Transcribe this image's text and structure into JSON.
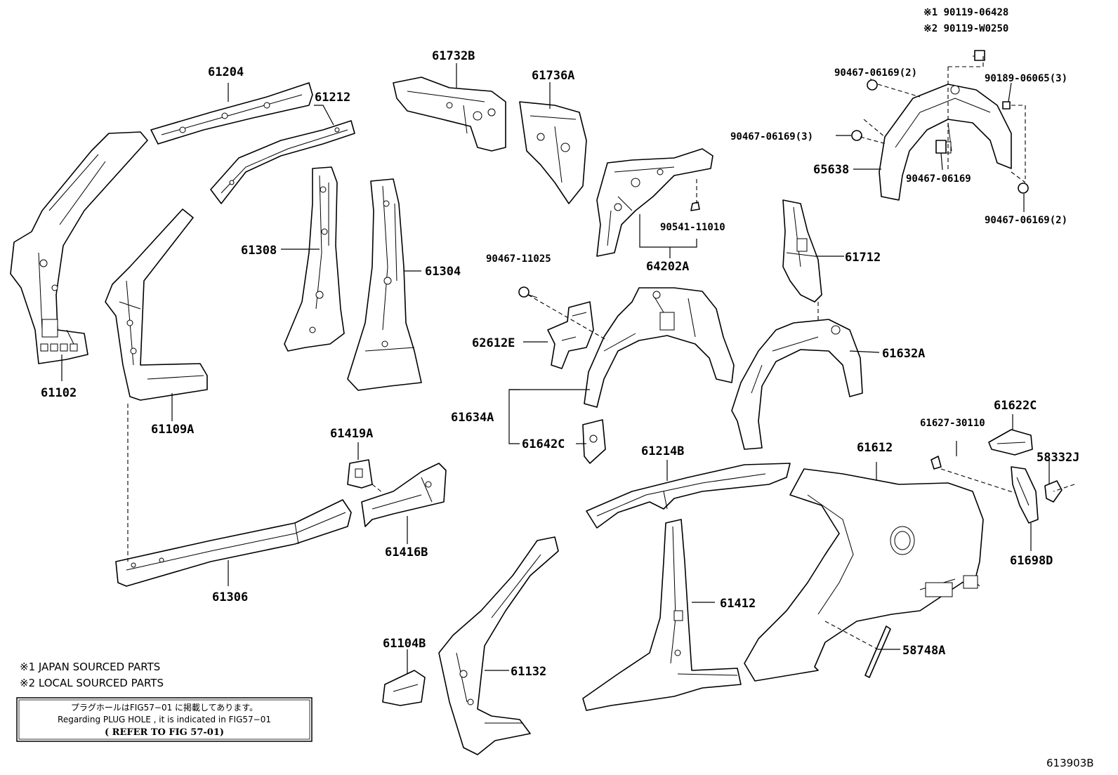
{
  "diagram_id": "613903B",
  "parts": [
    {
      "id": "61204",
      "label": "61204"
    },
    {
      "id": "61212",
      "label": "61212"
    },
    {
      "id": "61102",
      "label": "61102"
    },
    {
      "id": "61109A",
      "label": "61109A"
    },
    {
      "id": "61308",
      "label": "61308"
    },
    {
      "id": "61304",
      "label": "61304"
    },
    {
      "id": "61732B",
      "label": "61732B"
    },
    {
      "id": "61736A",
      "label": "61736A"
    },
    {
      "id": "64202A",
      "label": "64202A"
    },
    {
      "id": "90541-11010",
      "label": "90541-11010"
    },
    {
      "id": "90467-11025",
      "label": "90467-11025"
    },
    {
      "id": "62612E",
      "label": "62612E"
    },
    {
      "id": "61634A",
      "label": "61634A"
    },
    {
      "id": "61642C",
      "label": "61642C"
    },
    {
      "id": "61712",
      "label": "61712"
    },
    {
      "id": "61632A",
      "label": "61632A"
    },
    {
      "id": "65638",
      "label": "65638"
    },
    {
      "id": "90467-06169-a",
      "label": "90467-06169(2)"
    },
    {
      "id": "90467-06169-b",
      "label": "90467-06169(3)"
    },
    {
      "id": "90467-06169-c",
      "label": "90467-06169"
    },
    {
      "id": "90467-06169-d",
      "label": "90467-06169(2)"
    },
    {
      "id": "90189-06065",
      "label": "90189-06065(3)"
    },
    {
      "id": "90119-06428",
      "label": "※1 90119-06428"
    },
    {
      "id": "90119-W0250",
      "label": "※2 90119-W0250"
    },
    {
      "id": "61419A",
      "label": "61419A"
    },
    {
      "id": "61416B",
      "label": "61416B"
    },
    {
      "id": "61306",
      "label": "61306"
    },
    {
      "id": "61214B",
      "label": "61214B"
    },
    {
      "id": "61612",
      "label": "61612"
    },
    {
      "id": "61627-30110",
      "label": "61627-30110"
    },
    {
      "id": "61622C",
      "label": "61622C"
    },
    {
      "id": "58332J",
      "label": "58332J"
    },
    {
      "id": "61698D",
      "label": "61698D"
    },
    {
      "id": "61412",
      "label": "61412"
    },
    {
      "id": "58748A",
      "label": "58748A"
    },
    {
      "id": "61104B",
      "label": "61104B"
    },
    {
      "id": "61132",
      "label": "61132"
    }
  ],
  "notes": {
    "japan": "※1 JAPAN SOURCED PARTS",
    "local": "※2 LOCAL SOURCED PARTS"
  },
  "plug_box": {
    "jp": "プラグホールはFIG57−01 に掲載してあります。",
    "en": "Regarding  PLUG HOLE , it is indicated in FIG57−01",
    "ref": "( REFER TO FIG 57-01)"
  }
}
